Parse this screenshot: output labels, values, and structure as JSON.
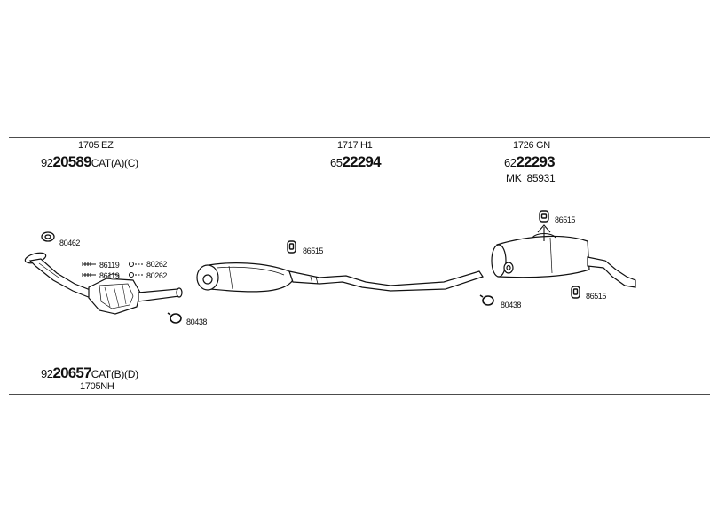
{
  "header_codes": {
    "left": "1705 EZ",
    "middle": "1717 H1",
    "right": "1726 GN"
  },
  "part_numbers": {
    "front_cat_a": {
      "prefix": "92",
      "main": "20589",
      "suffix": "CAT(A)(C)"
    },
    "center_muffler": {
      "prefix": "65",
      "main": "22294",
      "suffix": ""
    },
    "rear_muffler": {
      "prefix": "62",
      "main": "22293",
      "suffix": ""
    },
    "front_cat_b": {
      "prefix": "92",
      "main": "20657",
      "suffix": "CAT(B)(D)"
    }
  },
  "mk_label": "MK  85931",
  "bottom_code": "1705NH",
  "callouts": {
    "gasket_top": "80462",
    "bolt_1": "86119",
    "bolt_2": "86119",
    "nut_1": "80262",
    "nut_2": "80262",
    "clamp_front": "80438",
    "hanger_center": "86515",
    "hanger_rear_top": "86515",
    "clamp_rear": "80438",
    "hanger_rear_bottom": "86515"
  }
}
